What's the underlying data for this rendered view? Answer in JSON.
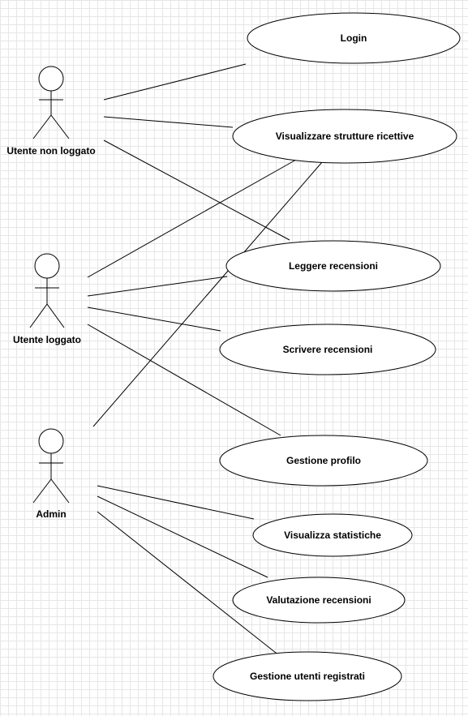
{
  "actors": [
    {
      "id": "non-logged",
      "label": "Utente non loggato"
    },
    {
      "id": "logged",
      "label": "Utente loggato"
    },
    {
      "id": "admin",
      "label": "Admin"
    }
  ],
  "use_cases": [
    {
      "id": "login",
      "label": "Login"
    },
    {
      "id": "view-structures",
      "label": "Visualizzare strutture ricettive"
    },
    {
      "id": "read-reviews",
      "label": "Leggere recensioni"
    },
    {
      "id": "write-reviews",
      "label": "Scrivere recensioni"
    },
    {
      "id": "profile",
      "label": "Gestione profilo"
    },
    {
      "id": "stats",
      "label": "Visualizza statistiche"
    },
    {
      "id": "rate-reviews",
      "label": "Valutazione recensioni"
    },
    {
      "id": "users",
      "label": "Gestione utenti registrati"
    }
  ],
  "associations": [
    {
      "actor": "non-logged",
      "use_case": "login"
    },
    {
      "actor": "non-logged",
      "use_case": "view-structures"
    },
    {
      "actor": "non-logged",
      "use_case": "read-reviews"
    },
    {
      "actor": "logged",
      "use_case": "view-structures"
    },
    {
      "actor": "logged",
      "use_case": "read-reviews"
    },
    {
      "actor": "logged",
      "use_case": "write-reviews"
    },
    {
      "actor": "logged",
      "use_case": "profile"
    },
    {
      "actor": "admin",
      "use_case": "view-structures"
    },
    {
      "actor": "admin",
      "use_case": "stats"
    },
    {
      "actor": "admin",
      "use_case": "rate-reviews"
    },
    {
      "actor": "admin",
      "use_case": "users"
    }
  ],
  "colors": {
    "stroke": "#000000",
    "fill": "#ffffff",
    "grid": "#e6e6e6"
  }
}
